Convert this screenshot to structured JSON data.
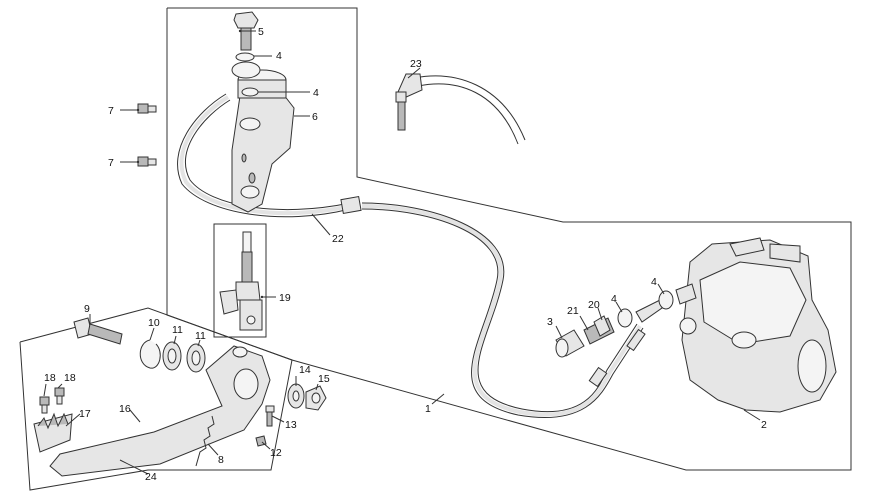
{
  "diagram": {
    "callouts": [
      {
        "id": "c1",
        "label": "1"
      },
      {
        "id": "c2",
        "label": "2"
      },
      {
        "id": "c3",
        "label": "3"
      },
      {
        "id": "c4a",
        "label": "4"
      },
      {
        "id": "c4b",
        "label": "4"
      },
      {
        "id": "c4c",
        "label": "4"
      },
      {
        "id": "c4d",
        "label": "4"
      },
      {
        "id": "c5",
        "label": "5"
      },
      {
        "id": "c6",
        "label": "6"
      },
      {
        "id": "c7a",
        "label": "7"
      },
      {
        "id": "c7b",
        "label": "7"
      },
      {
        "id": "c8",
        "label": "8"
      },
      {
        "id": "c9",
        "label": "9"
      },
      {
        "id": "c10",
        "label": "10"
      },
      {
        "id": "c11a",
        "label": "11"
      },
      {
        "id": "c11b",
        "label": "11"
      },
      {
        "id": "c12",
        "label": "12"
      },
      {
        "id": "c13",
        "label": "13"
      },
      {
        "id": "c14",
        "label": "14"
      },
      {
        "id": "c15",
        "label": "15"
      },
      {
        "id": "c16",
        "label": "16"
      },
      {
        "id": "c17",
        "label": "17"
      },
      {
        "id": "c18a",
        "label": "18"
      },
      {
        "id": "c18b",
        "label": "18"
      },
      {
        "id": "c19",
        "label": "19"
      },
      {
        "id": "c20",
        "label": "20"
      },
      {
        "id": "c21",
        "label": "21"
      },
      {
        "id": "c22",
        "label": "22"
      },
      {
        "id": "c23",
        "label": "23"
      },
      {
        "id": "c24",
        "label": "24"
      }
    ]
  }
}
